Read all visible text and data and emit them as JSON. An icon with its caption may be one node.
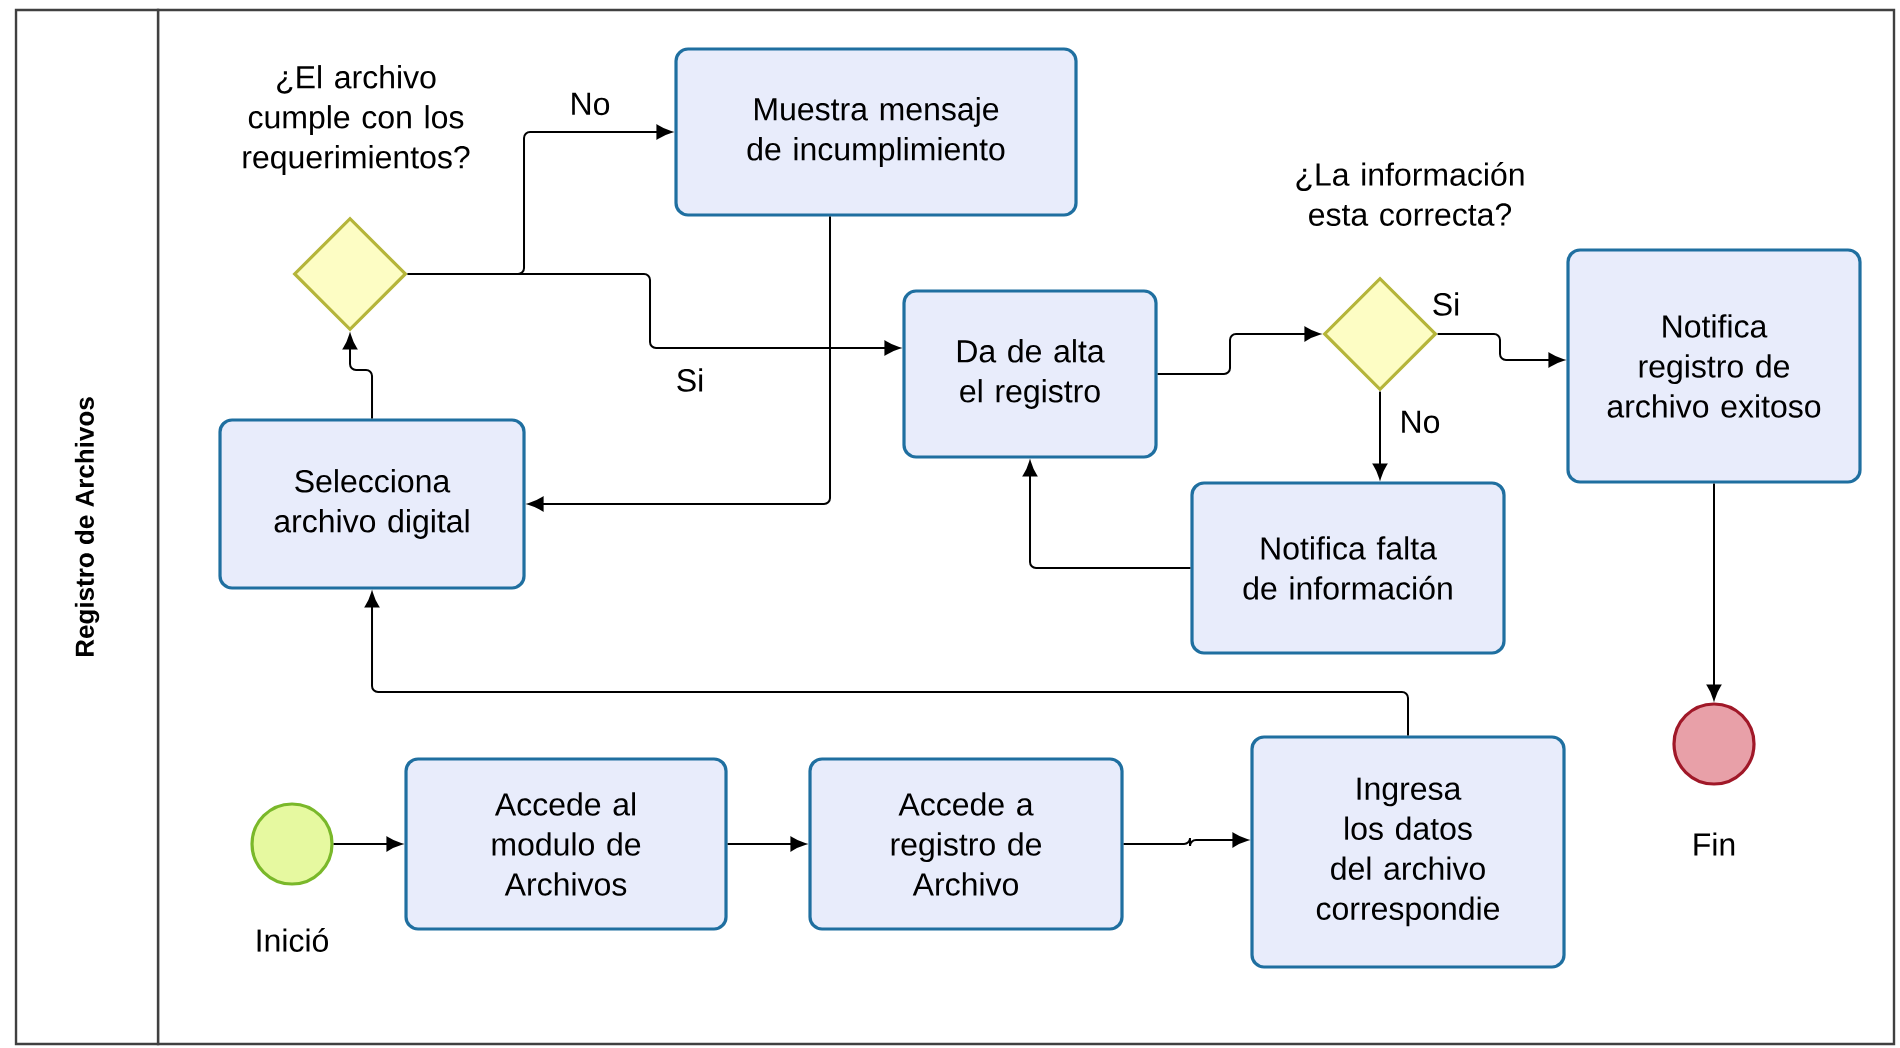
{
  "diagram": {
    "nodes": [
      {
        "text": [
          "Registro de Archivos"
        ]
      },
      {
        "text": [],
        "shape": "circle",
        "beside": [
          "Inició"
        ]
      },
      {
        "text": [
          "Accede al modulo de Archivos"
        ]
      },
      {
        "text": [
          "Accede a registro de Archivo"
        ]
      },
      {
        "text": [
          "Ingresa los datos del archivo correspondie"
        ]
      },
      {
        "text": [
          "Selecciona archivo digital"
        ]
      },
      {
        "text": [],
        "shape": "diamond",
        "beside": [
          "¿El archivo cumple con los requerimientos?"
        ]
      },
      {
        "text": [
          "Muestra mensaje de incumplimiento"
        ]
      },
      {
        "text": [
          "Da de alta el registro"
        ]
      },
      {
        "text": [],
        "shape": "diamond",
        "beside": [
          "¿La información esta correcta?"
        ]
      },
      {
        "text": [
          "Notifica falta de información"
        ]
      },
      {
        "text": [
          "Notifica registro de archivo exitoso"
        ]
      },
      {
        "text": [],
        "shape": "circle",
        "beside": [
          "Fin"
        ]
      }
    ],
    "edges": [
      {
        "from": 1,
        "to": 2,
        "arrow": "to"
      },
      {
        "from": 2,
        "to": 3,
        "arrow": "to"
      },
      {
        "from": 3,
        "to": 4,
        "arrow": "to"
      },
      {
        "from": 4,
        "to": 5,
        "arrow": "to"
      },
      {
        "from": 5,
        "to": 6,
        "arrow": "to"
      },
      {
        "from": 6,
        "to": 7,
        "arrow": "to",
        "label": "No"
      },
      {
        "from": 6,
        "to": 8,
        "arrow": "to",
        "label": "Si"
      },
      {
        "from": 7,
        "to": 5,
        "arrow": "to"
      },
      {
        "from": 8,
        "to": 9,
        "arrow": "to"
      },
      {
        "from": 9,
        "to": 11,
        "arrow": "to",
        "label": "Si"
      },
      {
        "from": 9,
        "to": 10,
        "arrow": "to",
        "label": "No"
      },
      {
        "from": 10,
        "to": 8,
        "arrow": "to"
      },
      {
        "from": 11,
        "to": 12,
        "arrow": "to"
      }
    ]
  }
}
